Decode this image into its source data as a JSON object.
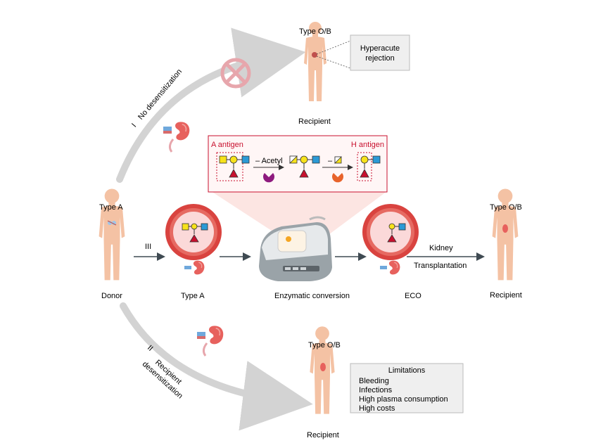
{
  "colors": {
    "skin": "#f4c2a4",
    "skin_shade": "#e9a888",
    "arrow_gray": "#d3d3d3",
    "dark_arrow": "#3f4a52",
    "red": "#c8102e",
    "rejection": "#e7a6ac",
    "vessel_outer": "#d9433f",
    "vessel_inner": "#fbd9d9",
    "callout_bg": "#efefef",
    "antigen_box_bg": "#fff6f6",
    "gal_yellow": "#f7e21b",
    "glc_blue": "#2b9ad6",
    "fuc_red": "#c8102e",
    "enzyme1": "#8e1a7e",
    "enzyme2": "#e8632b"
  },
  "icons": {
    "rejection": "no-symbol-icon",
    "kidney": "kidney-icon",
    "person": "person-icon",
    "machine": "perfusion-machine-icon",
    "vessel": "blood-vessel-icon"
  },
  "people": {
    "top_type": "Type O/B",
    "top_label": "Recipient",
    "left_type": "Type A",
    "left_label": "Donor",
    "right_type": "Type O/B",
    "right_label": "Recipient",
    "bottom_type": "Type O/B",
    "bottom_label": "Recipient"
  },
  "paths": {
    "path1_num": "I",
    "path1_label": "No desensitization",
    "path2_num": "II",
    "path2_label_line1": "Recipient",
    "path2_label_line2": "desensitization",
    "path3_num": "III"
  },
  "callouts": {
    "hyperacute_line1": "Hyperacute",
    "hyperacute_line2": "rejection",
    "limitations_title": "Limitations",
    "limitations_items": [
      "Bleeding",
      "Infections",
      "High plasma consumption",
      "High costs"
    ]
  },
  "antigens": {
    "a_antigen": "A antigen",
    "h_antigen": "H antigen",
    "step1": "– Acetyl",
    "step2": "–"
  },
  "flow": {
    "vessel_left_label": "Type A",
    "machine_label": "Enzymatic conversion",
    "vessel_right_label": "ECO",
    "kidney_line1": "Kidney",
    "kidney_line2": "Transplantation"
  }
}
